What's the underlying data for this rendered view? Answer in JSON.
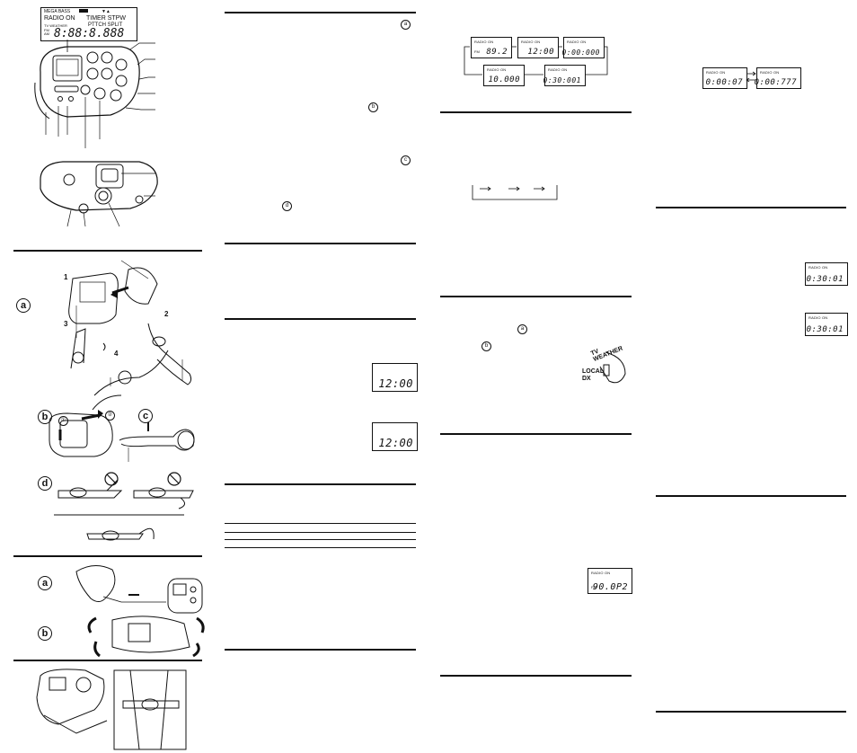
{
  "top_lcd": {
    "row1_left": "MEGA BASS",
    "row1_right": "▼▲",
    "row2_left": "RADIO ON",
    "row2_right": "TIMER STPW",
    "row3_left": "TV WEATHER",
    "row3_right": "PTTCH SPLIT",
    "row4_left": "FM\nAM",
    "digits": "8:88:8.888"
  },
  "figure_letters": {
    "a1": "a",
    "b1": "b",
    "c1": "c",
    "d1": "d",
    "a2": "a",
    "b2": "b"
  },
  "step_numbers": [
    "1",
    "2",
    "3",
    "4"
  ],
  "sub_steps": [
    "①",
    "②"
  ],
  "col2_markers": [
    "a",
    "b",
    "c",
    "d"
  ],
  "col2_lcds": [
    {
      "tag": "",
      "digits": "12:00"
    },
    {
      "tag": "",
      "digits": "12:00"
    }
  ],
  "flow_lcds": [
    {
      "tag": "RADIO ON",
      "digits": "89.2",
      "fm": "FM"
    },
    {
      "tag": "RADIO ON",
      "digits": "12:00",
      "fm": ""
    },
    {
      "tag": "RADIO ON",
      "digits": "0:00:000",
      "fm": ""
    },
    {
      "tag": "RADIO ON",
      "digits": "10.000",
      "fm": ""
    },
    {
      "tag": "RADIO ON",
      "digits": "0:30:001",
      "fm": ""
    }
  ],
  "col3_markers": [
    "a",
    "b"
  ],
  "band_switch": {
    "top": "TV WEATHER",
    "bottom": "LOCAL\nDX"
  },
  "preset_lcd": {
    "tag": "RADIO ON",
    "digits": "90.0P2",
    "fm": "FM"
  },
  "col4_lcds_top": [
    {
      "tag": "RADIO ON",
      "digits": "0:00:07"
    },
    {
      "tag": "RADIO ON",
      "digits": "0:00:777"
    }
  ],
  "col4_lcds_mid": [
    {
      "tag": "RADIO ON",
      "digits": "0:30:01"
    },
    {
      "tag": "RADIO ON",
      "digits": "0:30:01"
    }
  ]
}
